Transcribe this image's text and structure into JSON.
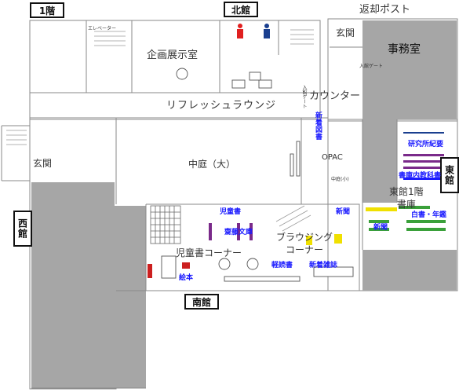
{
  "floor_label": "1階",
  "wings": {
    "north": "北館",
    "west": "西館",
    "east": "東館",
    "south": "南館"
  },
  "rooms": {
    "return_post": "返却ポスト",
    "entrance_north": "玄関",
    "office": "事務室",
    "exhibition": "企画展示室",
    "elevator": "エレベーター",
    "gate": "入館ゲート",
    "refresh_lounge": "リフレッシュラウンジ",
    "counter": "カウンター",
    "new_books": "新着図書",
    "courtyard_large": "中庭（大）",
    "opac": "OPAC",
    "courtyard_small": "中庭(小)",
    "entrance_west": "玄関",
    "research_bulletin": "研究所紀要",
    "textbooks": "書庫内教科書",
    "east_stack": "東館1階\n書庫",
    "white_papers": "白書・年鑑",
    "newspaper_1": "新聞",
    "newspaper_2": "新聞",
    "childrens_books": "児童書",
    "saito_collection": "齋藤文庫",
    "browsing_corner": "ブラウジング\nコーナー",
    "childrens_corner": "児童書コーナー",
    "picture_books": "絵本",
    "light_reading": "軽読書",
    "new_magazines": "新着雑誌",
    "gate_vertical": "入館ゲート"
  },
  "colors": {
    "gray_area": "#a6a6a6",
    "blue_label": "#1a1aff",
    "male_icon": "#1a3f8f",
    "female_icon": "#e02020",
    "yellow_shelf": "#f0e000",
    "green_shelf": "#3aa03a",
    "red_shelf": "#cc1f1f",
    "purple_shelf": "#7a2a8a"
  }
}
